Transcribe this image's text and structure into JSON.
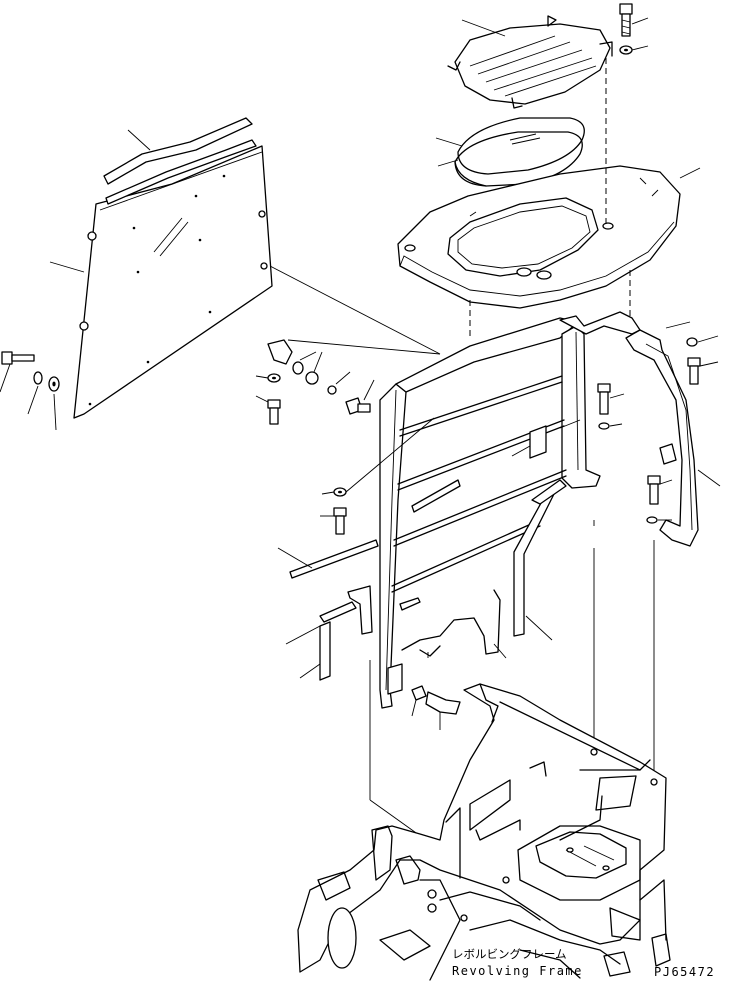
{
  "frame_label": {
    "japanese": "レボルビングフレーム",
    "english": "Revolving Frame"
  },
  "figure_code": "PJ65472",
  "colors": {
    "line": "#000000",
    "background": "#ffffff"
  }
}
